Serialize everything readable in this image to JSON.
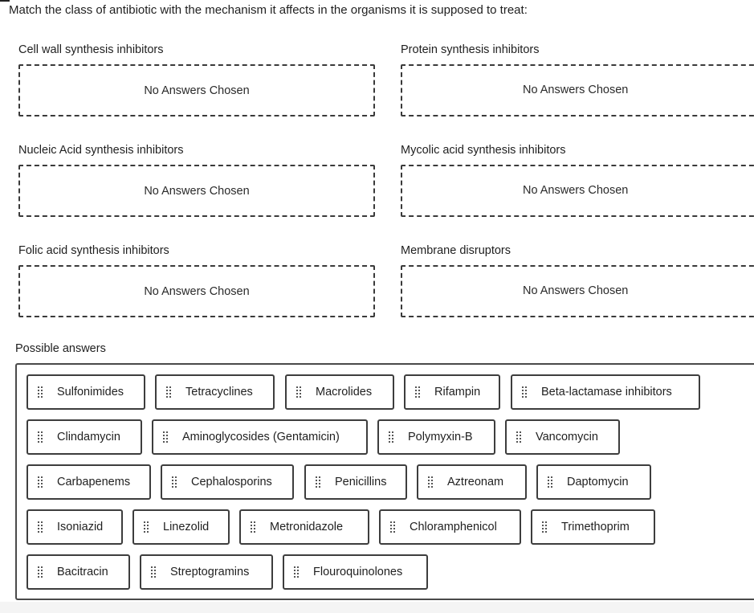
{
  "question": "Match the class of antibiotic with the mechanism it affects in the organisms it is supposed to treat:",
  "zones": [
    {
      "label": "Cell wall synthesis inhibitors",
      "placeholder": "No Answers Chosen"
    },
    {
      "label": "Protein synthesis inhibitors",
      "placeholder": "No Answers Chosen"
    },
    {
      "label": "Nucleic Acid synthesis inhibitors",
      "placeholder": "No Answers Chosen"
    },
    {
      "label": "Mycolic acid synthesis inhibitors",
      "placeholder": "No Answers Chosen"
    },
    {
      "label": "Folic acid synthesis inhibitors",
      "placeholder": "No Answers Chosen"
    },
    {
      "label": "Membrane disruptors",
      "placeholder": "No Answers Chosen"
    }
  ],
  "possible_answers_label": "Possible answers",
  "answers": [
    "Sulfonimides",
    "Tetracyclines",
    "Macrolides",
    "Rifampin",
    "Beta-lactamase inhibitors",
    "Clindamycin",
    "Aminoglycosides (Gentamicin)",
    "Polymyxin-B",
    "Vancomycin",
    "Carbapenems",
    "Cephalosporins",
    "Penicillins",
    "Aztreonam",
    "Daptomycin",
    "Isoniazid",
    "Linezolid",
    "Metronidazole",
    "Chloramphenicol",
    "Trimethoprim",
    "Bacitracin",
    "Streptogramins",
    "Flouroquinolones"
  ]
}
